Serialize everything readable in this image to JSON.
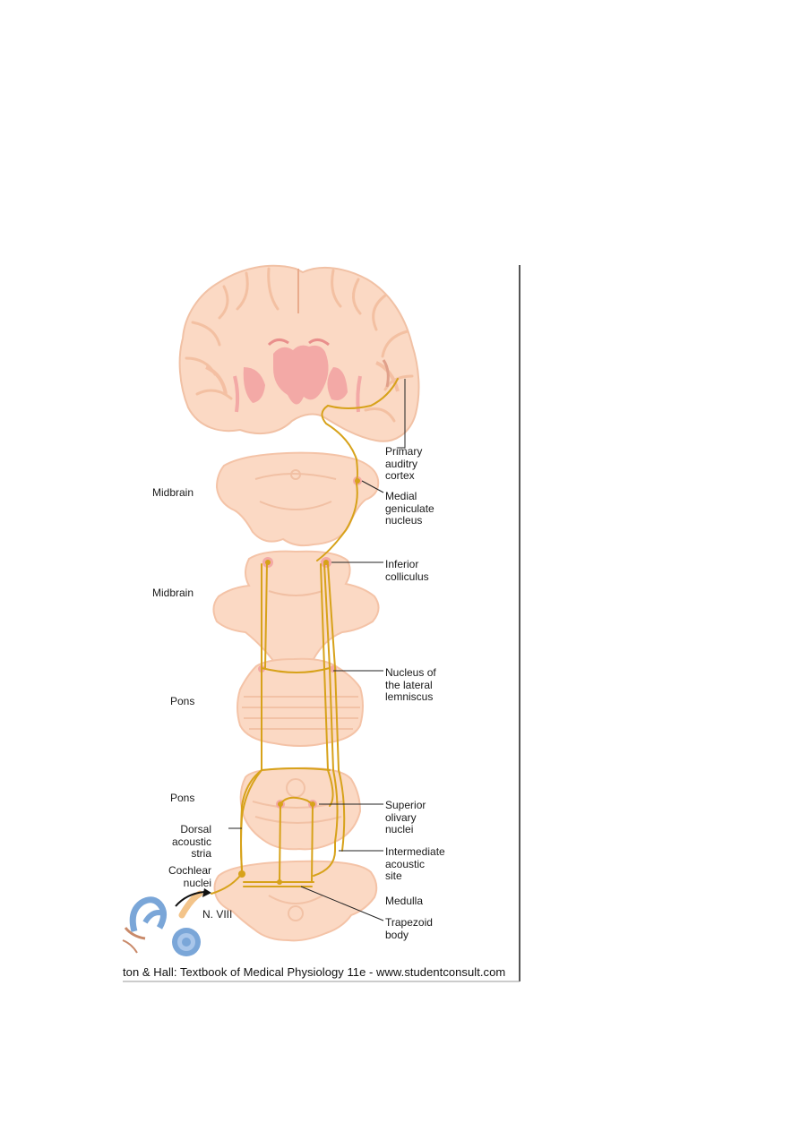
{
  "labels": {
    "primary_auditory_cortex": "Primary\nauditry\ncortex",
    "medial_geniculate_nucleus": "Medial\ngeniculate\nnucleus",
    "inferior_colliculus": "Inferior\ncolliculus",
    "nucleus_lateral_lemniscus": "Nucleus of\nthe lateral\nlemniscus",
    "superior_olivary_nuclei": "Superior\nolivary\nnuclei",
    "intermediate_acoustic_site": "Intermediate\nacoustic\nsite",
    "medulla": "Medulla",
    "trapezoid_body": "Trapezoid\nbody",
    "midbrain_upper": "Midbrain",
    "midbrain_lower": "Midbrain",
    "pons_upper": "Pons",
    "pons_lower": "Pons",
    "dorsal_acoustic_stria": "Dorsal\nacoustic\nstria",
    "cochlear_nuclei": "Cochlear\nnuclei",
    "nerve_viii": "N. VIII"
  },
  "caption": "ton & Hall: Textbook of Medical Physiology 11e - www.studentconsult.com",
  "colors": {
    "tissue": "#fbd9c4",
    "tissue_dark": "#f4bfa3",
    "deep_nuclei": "#f3a9a6",
    "pathway": "#d7a21a",
    "ear": "#7aa6d8",
    "leader_line": "#222222"
  }
}
